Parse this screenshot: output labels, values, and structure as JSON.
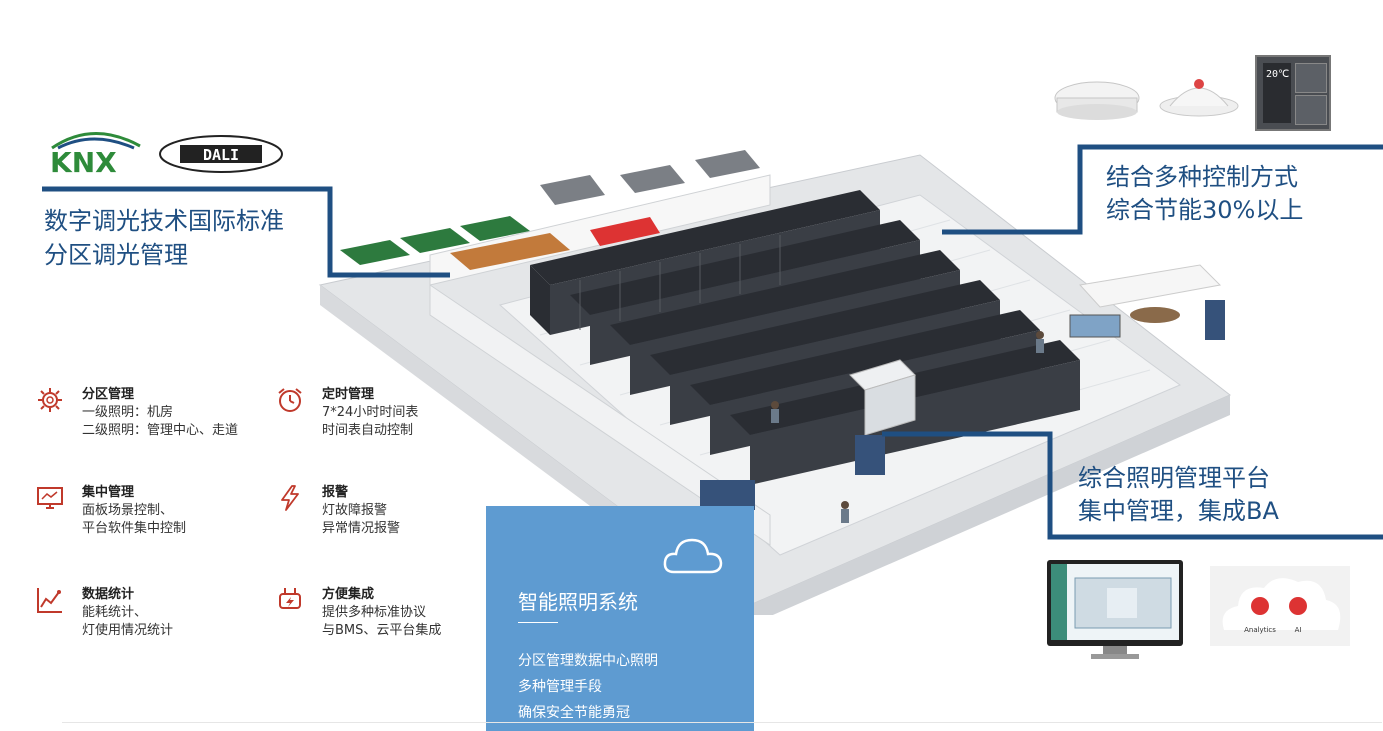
{
  "logos": {
    "knx": "KNX",
    "dali": "DALI"
  },
  "callout_left": {
    "line1": "数字调光技术国际标准",
    "line2": "分区调光管理"
  },
  "callout_top_right": {
    "line1": "结合多种控制方式",
    "line2": "综合节能30%以上"
  },
  "callout_bottom_right": {
    "line1": "综合照明管理平台",
    "line2": "集中管理，集成BA"
  },
  "features": [
    {
      "title": "分区管理",
      "lines": [
        "一级照明：机房",
        "二级照明：管理中心、走道"
      ],
      "icon": "gear-icon"
    },
    {
      "title": "定时管理",
      "lines": [
        "7*24小时时间表",
        "时间表自动控制"
      ],
      "icon": "alarm-clock-icon"
    },
    {
      "title": "集中管理",
      "lines": [
        "面板场景控制、",
        "平台软件集中控制"
      ],
      "icon": "monitor-icon"
    },
    {
      "title": "报警",
      "lines": [
        "灯故障报警",
        "异常情况报警"
      ],
      "icon": "lightning-icon"
    },
    {
      "title": "数据统计",
      "lines": [
        "能耗统计、",
        "灯使用情况统计"
      ],
      "icon": "chart-icon"
    },
    {
      "title": "方便集成",
      "lines": [
        "提供多种标准协议",
        "与BMS、云平台集成"
      ],
      "icon": "plug-icon"
    }
  ],
  "panel": {
    "title": "智能照明系统",
    "lines": [
      "分区管理数据中心照明",
      "多种管理手段",
      "确保安全节能勇冠"
    ]
  },
  "device_display": "20℃",
  "cloud_labels": {
    "analytics": "Analytics",
    "ai": "AI"
  },
  "colors": {
    "accent": "#1f4f82",
    "icon_red": "#c0392b",
    "panel_blue": "#5e9bd1"
  }
}
